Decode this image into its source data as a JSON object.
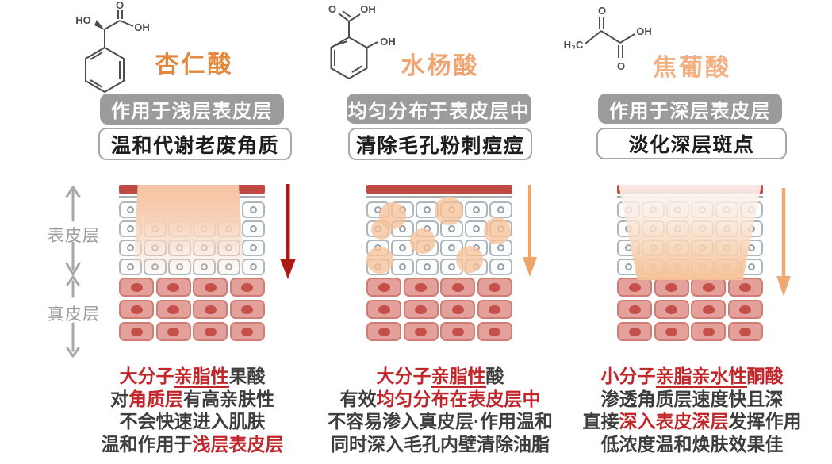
{
  "side_labels": {
    "epidermis": "表皮层",
    "dermis": "真皮层"
  },
  "skin_grid": {
    "epi_rows": 4,
    "epi_cols": 6,
    "derm_rows": 3,
    "derm_cols": 4
  },
  "colors": {
    "red_text": "#c1262b",
    "dark_text": "#3d3d3d",
    "badge_bg": "#9b9b9b",
    "stratum_bar": "#bf4a43",
    "dermis_cell": "#e4a09a",
    "acid_blob": "#f6c198"
  },
  "columns": [
    {
      "acid_name": "杏仁酸",
      "name_color": "#e2873b",
      "badge": "作用于浅层表皮层",
      "box": "温和代谢老废角质",
      "arrow_color": "#ac1a15",
      "penetration": "shallow-surface-gradient",
      "molecule_labels": {
        "ho": "HO",
        "o_top": "O",
        "oh": "OH"
      },
      "description": [
        [
          {
            "t": "大分子",
            "c": "red"
          },
          {
            "t": "亲脂性",
            "c": "red",
            "u": true
          },
          {
            "t": "果酸",
            "c": "dark"
          }
        ],
        [
          {
            "t": "对",
            "c": "dark"
          },
          {
            "t": "角质层",
            "c": "red"
          },
          {
            "t": "有高亲肤性",
            "c": "dark"
          }
        ],
        [
          {
            "t": "不会快速进入肌肤",
            "c": "dark"
          }
        ],
        [
          {
            "t": "温和作用于",
            "c": "dark"
          },
          {
            "t": "浅层表皮层",
            "c": "red"
          }
        ]
      ]
    },
    {
      "acid_name": "水杨酸",
      "name_color": "#f0a472",
      "badge": "均匀分布于表皮层中",
      "box": "清除毛孔粉刺痘痘",
      "arrow_color": "#efa46c",
      "penetration": "even-distribution-blobs",
      "molecule_labels": {
        "o_top": "O",
        "oh_top": "OH",
        "oh_ring": "OH"
      },
      "description": [
        [
          {
            "t": "大分子",
            "c": "red"
          },
          {
            "t": "亲脂性",
            "c": "red",
            "u": true
          },
          {
            "t": "酸",
            "c": "dark"
          }
        ],
        [
          {
            "t": "有效",
            "c": "dark"
          },
          {
            "t": "均匀分布在表皮层中",
            "c": "red"
          }
        ],
        [
          {
            "t": "不容易渗入真皮层·作用温和",
            "c": "dark"
          }
        ],
        [
          {
            "t": "同时深入毛孔内壁清除油脂",
            "c": "dark"
          }
        ]
      ]
    },
    {
      "acid_name": "焦葡酸",
      "name_color": "#f2b083",
      "badge": "作用于深层表皮层",
      "box": "淡化深层斑点",
      "arrow_color": "#f0a973",
      "penetration": "deep-layer-gradient",
      "molecule_labels": {
        "h3c": "H₃C",
        "o_top": "O",
        "oh": "OH",
        "o_bottom": "O"
      },
      "description": [
        [
          {
            "t": "小分子",
            "c": "red"
          },
          {
            "t": "亲脂亲水性",
            "c": "red",
            "u": true
          },
          {
            "t": "酮酸",
            "c": "red"
          }
        ],
        [
          {
            "t": "渗透角质层速度快且深",
            "c": "dark"
          }
        ],
        [
          {
            "t": "直接",
            "c": "dark"
          },
          {
            "t": "深入表皮深层",
            "c": "red"
          },
          {
            "t": "发挥作用",
            "c": "dark"
          }
        ],
        [
          {
            "t": "低浓度温和焕肤效果佳",
            "c": "dark"
          }
        ]
      ]
    }
  ]
}
